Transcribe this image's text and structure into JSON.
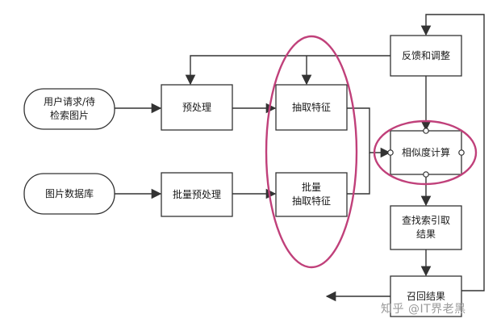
{
  "nodes": {
    "user_request": "用户请求/待\n检索图片",
    "image_db": "图片数据库",
    "preprocess": "预处理",
    "batch_preprocess": "批量预处理",
    "extract_features": "抽取特征",
    "batch_extract_features": "批量\n抽取特征",
    "feedback_adjust": "反馈和调整",
    "similarity_calc": "相似度计算",
    "search_results": "查找索引取\n结果",
    "recall_results": "召回结果"
  },
  "watermark": "知乎 @IT界老黑",
  "colors": {
    "highlight": "#c0407a",
    "box_stroke": "#333333",
    "arrow": "#333333"
  }
}
